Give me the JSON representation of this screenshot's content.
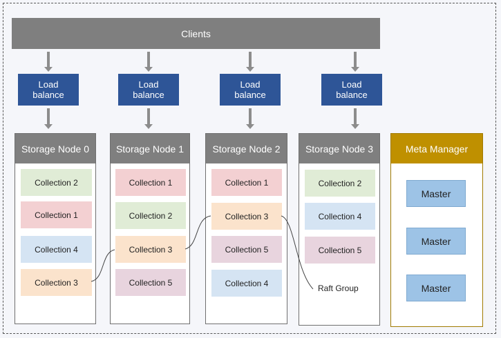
{
  "clients": {
    "label": "Clients"
  },
  "load_balancers": [
    "Load\nbalance",
    "Load\nbalance",
    "Load\nbalance",
    "Load\nbalance"
  ],
  "storage_nodes": [
    {
      "title": "Storage Node 0",
      "collections": [
        {
          "label": "Collection 2",
          "color": "#e0ecd6"
        },
        {
          "label": "Collection 1",
          "color": "#f3d0d2"
        },
        {
          "label": "Collection 4",
          "color": "#d5e4f3"
        },
        {
          "label": "Collection 3",
          "color": "#fbe3cc"
        }
      ]
    },
    {
      "title": "Storage Node 1",
      "collections": [
        {
          "label": "Collection 1",
          "color": "#f3d0d2"
        },
        {
          "label": "Collection 2",
          "color": "#e0ecd6"
        },
        {
          "label": "Collection 3",
          "color": "#fbe3cc"
        },
        {
          "label": "Collection 5",
          "color": "#e8d4de"
        }
      ]
    },
    {
      "title": "Storage Node 2",
      "collections": [
        {
          "label": "Collection 1",
          "color": "#f3d0d2"
        },
        {
          "label": "Collection 3",
          "color": "#fbe3cc"
        },
        {
          "label": "Collection 5",
          "color": "#e8d4de"
        },
        {
          "label": "Collection 4",
          "color": "#d5e4f3"
        }
      ]
    },
    {
      "title": "Storage Node 3",
      "collections": [
        {
          "label": "Collection 2",
          "color": "#e0ecd6"
        },
        {
          "label": "Collection 4",
          "color": "#d5e4f3"
        },
        {
          "label": "Collection 5",
          "color": "#e8d4de"
        }
      ]
    }
  ],
  "meta_manager": {
    "title": "Meta Manager",
    "masters": [
      "Master",
      "Master",
      "Master"
    ]
  },
  "raft_group": {
    "label": "Raft Group"
  },
  "colors": {
    "clients": "#7f7f7f",
    "load_balance": "#2e5597",
    "node_header": "#7f7f7f",
    "meta_header": "#bf9000",
    "master": "#9dc3e6"
  }
}
